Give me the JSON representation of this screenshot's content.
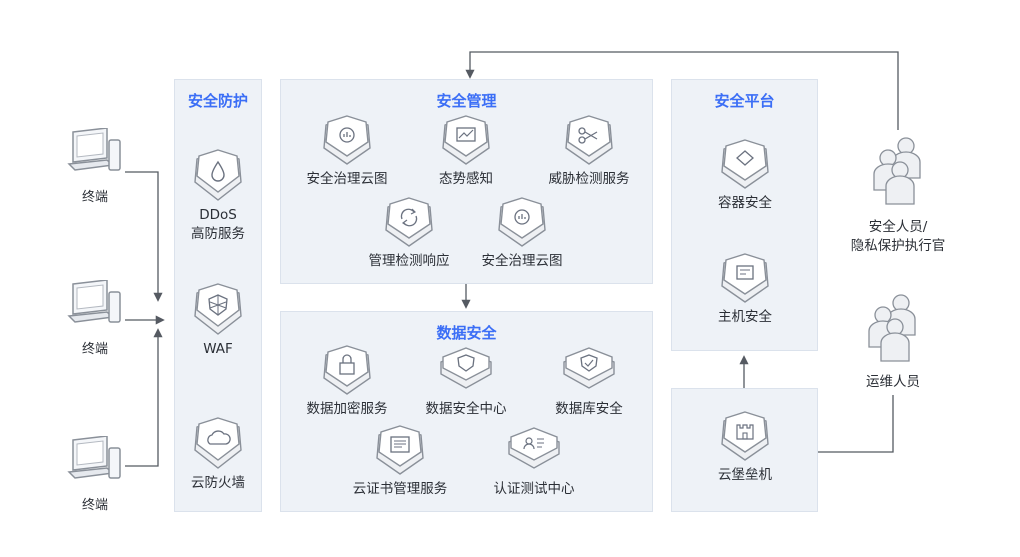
{
  "terminals": [
    {
      "label": "终端"
    },
    {
      "label": "终端"
    },
    {
      "label": "终端"
    }
  ],
  "security_protection": {
    "title": "安全防护",
    "items": [
      {
        "label_line1": "DDoS",
        "label_line2": "高防服务",
        "icon": "drop-icon"
      },
      {
        "label_line1": "WAF",
        "label_line2": "",
        "icon": "shield-mesh-icon"
      },
      {
        "label_line1": "云防火墙",
        "label_line2": "",
        "icon": "cloud-icon"
      }
    ]
  },
  "security_management": {
    "title": "安全管理",
    "items": [
      {
        "label": "安全治理云图",
        "icon": "search-chart-icon"
      },
      {
        "label": "态势感知",
        "icon": "monitor-chart-icon"
      },
      {
        "label": "威胁检测服务",
        "icon": "scissors-icon"
      },
      {
        "label": "管理检测响应",
        "icon": "refresh-icon"
      },
      {
        "label": "安全治理云图",
        "icon": "search-chart-icon"
      }
    ]
  },
  "data_security": {
    "title": "数据安全",
    "items": [
      {
        "label": "数据加密服务",
        "icon": "lock-icon"
      },
      {
        "label": "数据安全中心",
        "icon": "shield-icon"
      },
      {
        "label": "数据库安全",
        "icon": "shield-check-icon"
      },
      {
        "label": "云证书管理服务",
        "icon": "certificate-icon"
      },
      {
        "label": "认证测试中心",
        "icon": "id-card-icon"
      }
    ]
  },
  "security_platform": {
    "title": "安全平台",
    "items": [
      {
        "label": "容器安全",
        "icon": "container-icon"
      },
      {
        "label": "主机安全",
        "icon": "host-icon"
      }
    ]
  },
  "bastion": {
    "label": "云堡垒机",
    "icon": "castle-icon"
  },
  "people": [
    {
      "label_line1": "安全人员/",
      "label_line2": "隐私保护执行官"
    },
    {
      "label_line1": "运维人员",
      "label_line2": ""
    }
  ],
  "colors": {
    "accent": "#3b6ef6",
    "panel": "#eef2f7",
    "line": "#555a62",
    "icon": "#6b7280"
  }
}
